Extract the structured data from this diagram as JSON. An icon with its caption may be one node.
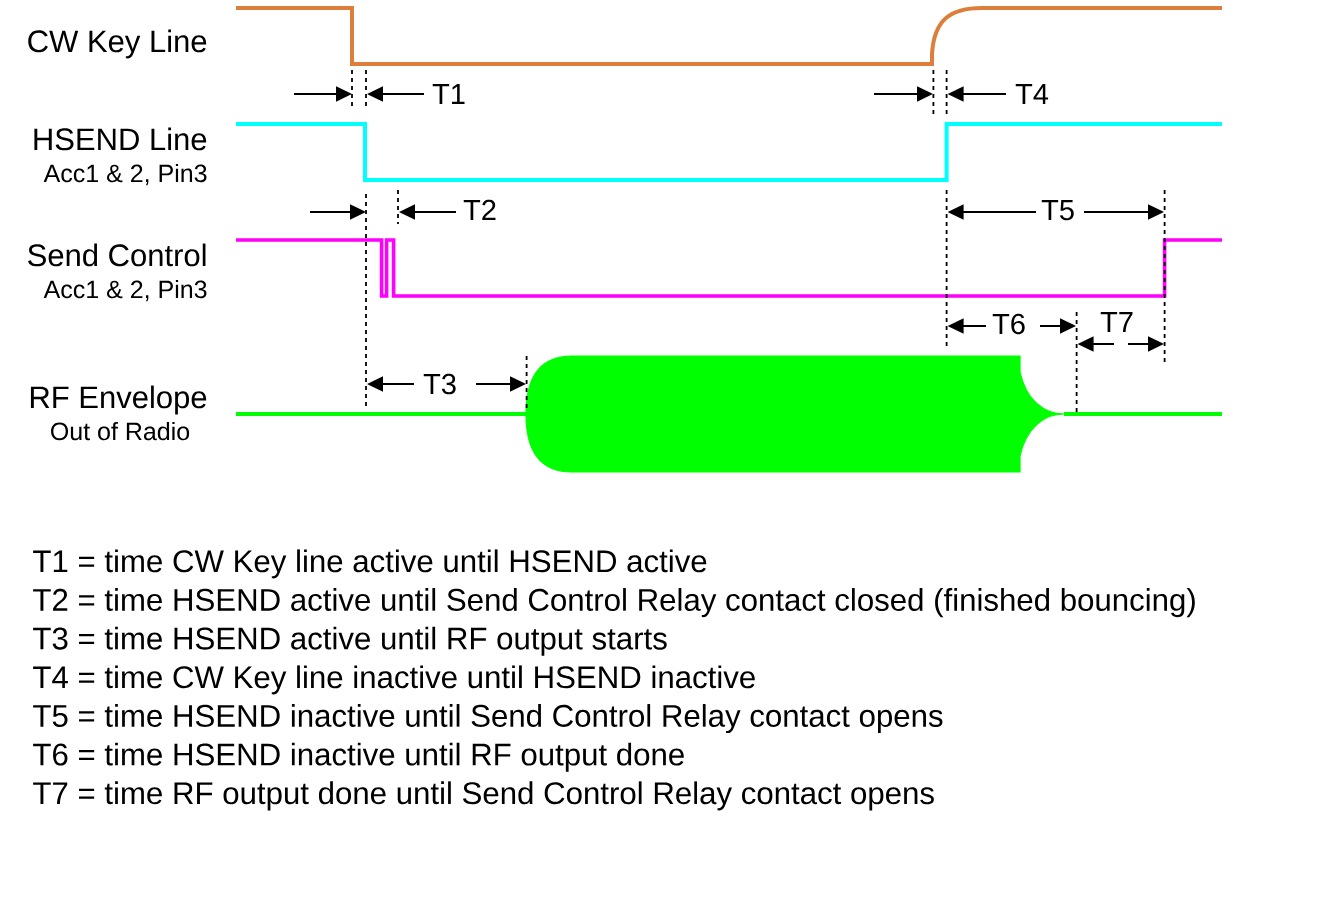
{
  "diagram": {
    "labels": [
      "CW Key Line",
      "T1",
      "T4",
      "HSEND Line",
      "Acc1 & 2, Pin3",
      "T2",
      "T5",
      "Send Control",
      "Acc1 & 2, Pin3",
      "T6",
      "T7",
      "T3",
      "RF Envelope",
      "Out of Radio",
      "T1 = time CW Key line active until HSEND active",
      "T2 = time HSEND active until Send Control Relay contact closed (finished bouncing)",
      "T3 = time HSEND active until RF output starts",
      "T4 = time CW Key line inactive until HSEND inactive",
      "T5 = time HSEND inactive until Send Control Relay contact opens",
      "T6 = time HSEND inactive until RF output done",
      "T7 = time RF output done until Send Control Relay contact opens"
    ]
  }
}
